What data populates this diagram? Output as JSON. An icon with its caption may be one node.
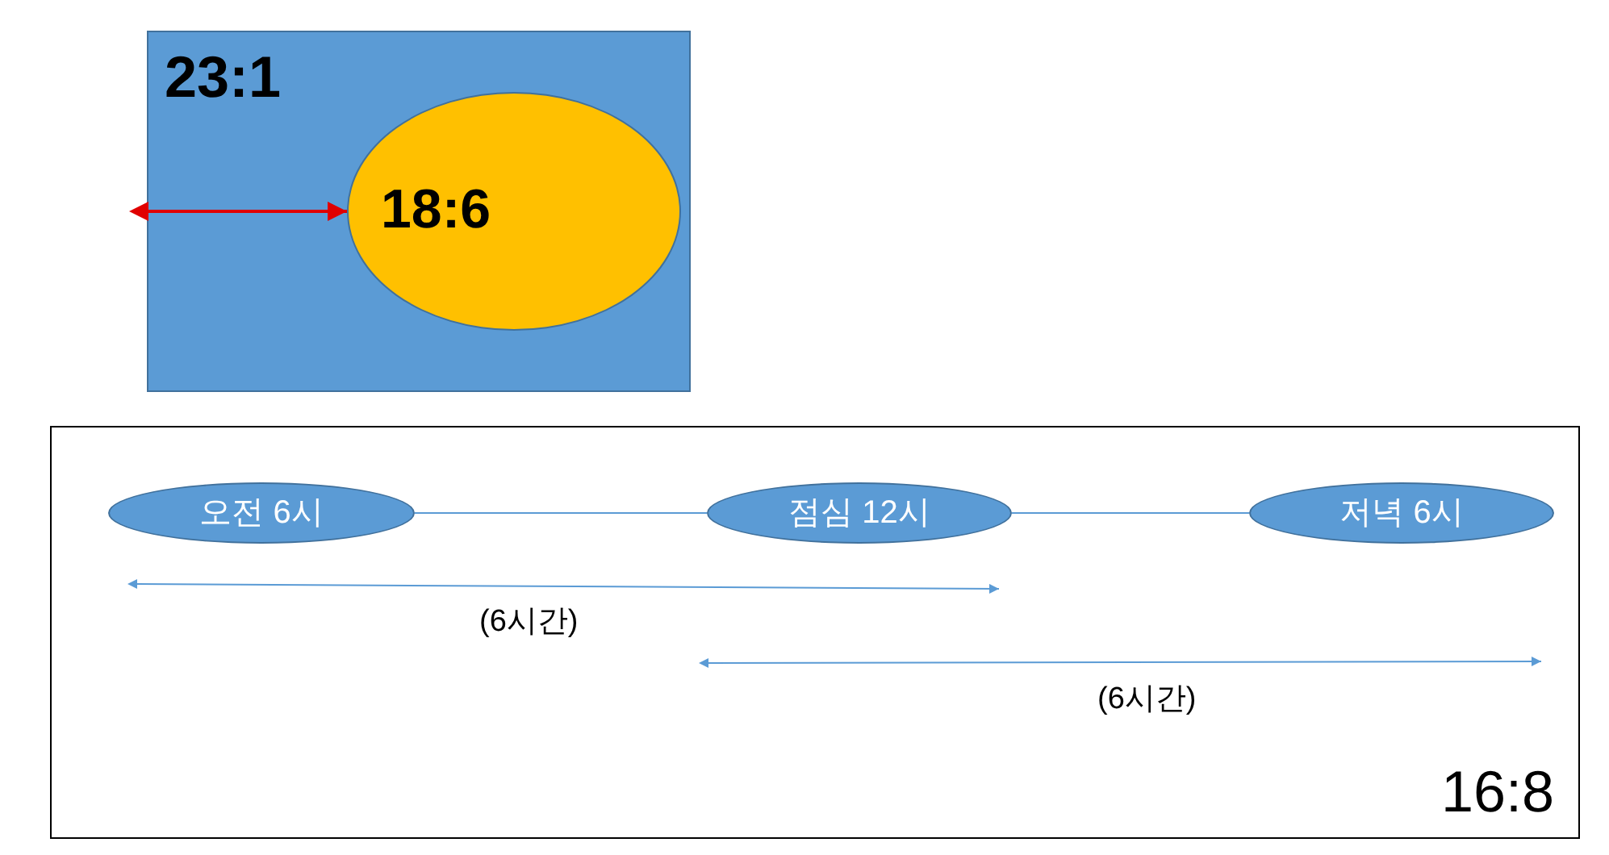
{
  "diagram": {
    "nodes": [
      {
        "text": [
          "23:1"
        ]
      },
      {
        "text": [
          "18:6"
        ],
        "in": 0
      },
      {
        "text": [
          "16:8"
        ]
      },
      {
        "text": [
          "오전 6시"
        ],
        "in": 2
      },
      {
        "text": [
          "점심 12시"
        ],
        "in": 2
      },
      {
        "text": [
          "저녁 6시"
        ],
        "in": 2
      }
    ],
    "edges": [
      {
        "from": 0,
        "to": 1,
        "arrow": "both",
        "color": "#e00000"
      },
      {
        "from": 3,
        "to": 4,
        "arrow": "none"
      },
      {
        "from": 4,
        "to": 5,
        "arrow": "none"
      }
    ],
    "labels": [
      "(6시간)",
      "(6시간)"
    ]
  }
}
